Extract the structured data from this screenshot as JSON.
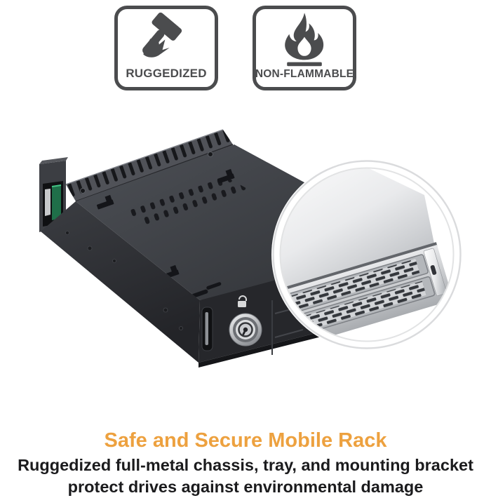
{
  "badges": [
    {
      "label": "RUGGEDIZED",
      "icon": "hammer-impact-icon"
    },
    {
      "label": "NON-FLAMMABLE",
      "icon": "flame-icon"
    }
  ],
  "product_image": {
    "description": "Dark metal mobile rack enclosure with ventilated top cover, green connector board, key lock on the front panel, and a magnifier circle showing a close-up of two mesh-vented drive trays"
  },
  "caption": {
    "title": "Safe and Secure Mobile Rack",
    "body_lines": [
      "Ruggedized full-metal chassis, tray, and mounting bracket",
      "protect drives against environmental damage"
    ]
  },
  "colors": {
    "title_orange": "#EDA13F",
    "badge_gray": "#4B4C4E",
    "body_text": "#1B1B1D",
    "chassis_dark": "#34363B",
    "pcb_green": "#1F6F49"
  }
}
